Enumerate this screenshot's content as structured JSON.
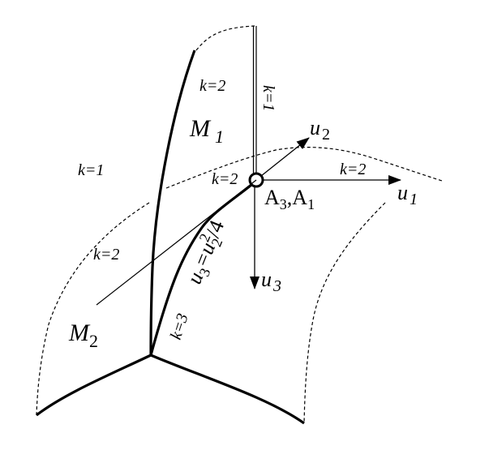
{
  "diagram": {
    "type": "singularity-surface-sketch",
    "colors": {
      "ink": "#000000",
      "background": "#ffffff"
    },
    "labels": {
      "k_top_m1": "k=2",
      "k_vertical": "k=1",
      "m1": "M",
      "m1_sub": "1",
      "k_left": "k=1",
      "k_near_point": "k=2",
      "k_right": "k=2",
      "k_left_lower": "k=2",
      "m2": "M",
      "m2_sub": "2",
      "k_curve": "k=3",
      "curve_eq_main": "u",
      "curve_eq_sub3": "3",
      "curve_eq_eq": "=u",
      "curve_eq_sub2": "2",
      "curve_eq_sup": "2",
      "curve_eq_tail": "/4",
      "point_label": "A",
      "point_label_sub1": "3",
      "point_label_mid": ",A",
      "point_label_sub2": "1"
    },
    "axes": [
      {
        "name": "u",
        "sub": "1",
        "direction": "right"
      },
      {
        "name": "u",
        "sub": "2",
        "direction": "up-right"
      },
      {
        "name": "u",
        "sub": "3",
        "direction": "down"
      }
    ],
    "special_point": {
      "label": "A3,A1",
      "marker": "circle"
    }
  }
}
